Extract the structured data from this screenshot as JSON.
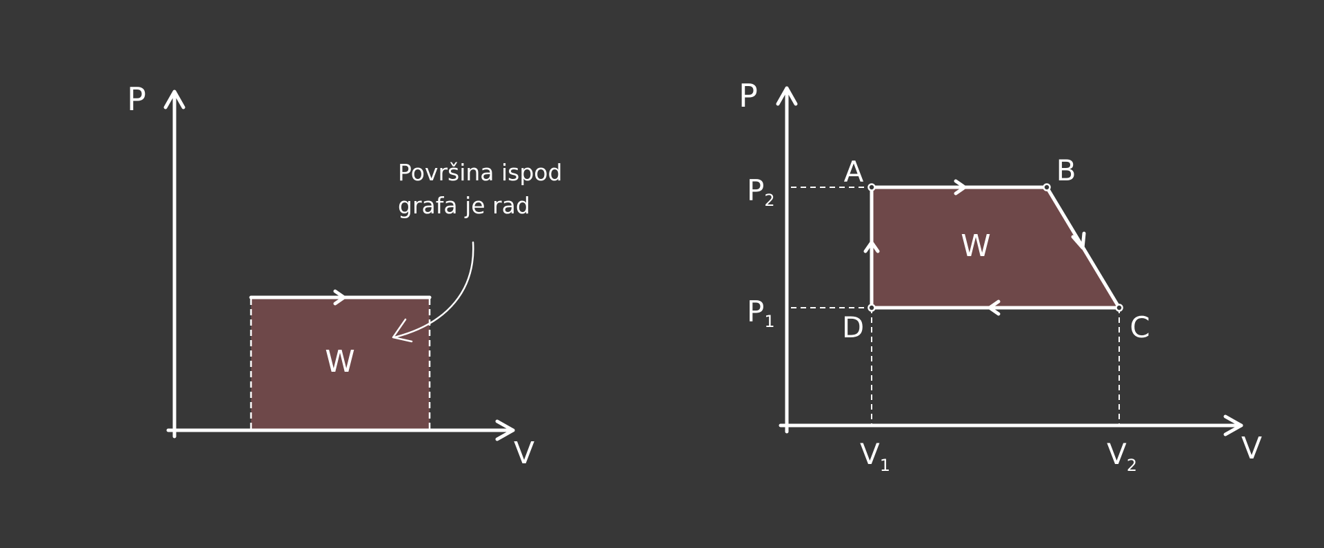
{
  "colors": {
    "background": "#373737",
    "ink": "#ffffff",
    "work_fill": "#6e4849"
  },
  "left_diagram": {
    "y_axis_label": "P",
    "x_axis_label": "V",
    "area_label": "W",
    "annotation_line1": "Površina ispod",
    "annotation_line2": "grafa je rad"
  },
  "right_diagram": {
    "y_axis_label": "P",
    "x_axis_label": "V",
    "area_label": "W",
    "p2_label": "P",
    "p2_sub": "2",
    "p1_label": "P",
    "p1_sub": "1",
    "v1_label": "V",
    "v1_sub": "1",
    "v2_label": "V",
    "v2_sub": "2",
    "point_a": "A",
    "point_b": "B",
    "point_c": "C",
    "point_d": "D"
  }
}
